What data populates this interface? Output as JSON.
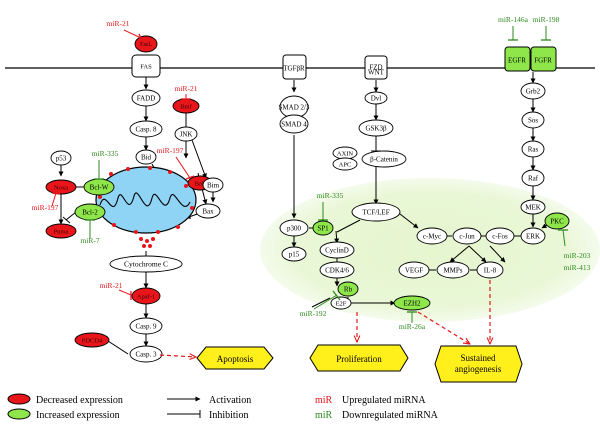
{
  "colors": {
    "decreased": "#e8161b",
    "increased": "#8ee64a",
    "up_mirna": "#e3151a",
    "down_mirna": "#2e8a1f",
    "stroke": "#000000",
    "mito": "#8fd3f5",
    "glow": "#e9f7d4",
    "box": "#ffef1a",
    "dash": "#e8161b"
  },
  "mirnas": {
    "mir21_fas": "miR-21",
    "mir21_bmf": "miR-21",
    "mir197_bak": "miR-197",
    "mir335_bclw": "miR-335",
    "mir197_noxa": "miR-197",
    "mir7": "miR-7",
    "mir21_apaf": "miR-21",
    "mir146a": "miR-146a",
    "mir198": "miR-198",
    "mir335_sp1": "miR-335",
    "mir192": "miR-192",
    "mir26a": "miR-26a",
    "mir203": "miR-203",
    "mir413": "miR-413"
  },
  "nodes": {
    "fasl": "FasL",
    "fas": "FAS",
    "fadd": "FADD",
    "casp8": "Casp. 8",
    "bid": "Bid",
    "bmf": "Bmf",
    "jnk": "JNK",
    "bak": "Bak",
    "bim": "Bim",
    "bax": "Bax",
    "p53": "p53",
    "noxa": "Noxa",
    "bclw": "Bcl-W",
    "bcl2": "Bcl-2",
    "puma": "Puma",
    "cytc": "Cytochrome C",
    "apaf1": "Apaf-1",
    "casp9": "Casp. 9",
    "pdcd4": "PDCD4",
    "casp3": "Casp. 3",
    "tgfbr": "TGFβR",
    "smad23": "SMAD 2/3",
    "smad4": "SMAD 4",
    "p300": "p300",
    "sp1": "SP1",
    "p15": "p15",
    "wnt": "WNT",
    "fzd": "FZD",
    "dvl": "Dvl",
    "gsk3b": "GSK3β",
    "axin": "AXIN",
    "apc": "APC",
    "bcat": "β-Catenin",
    "tcflef": "TCF/LEF",
    "cmyc": "c-Myc",
    "cjun": "c-Jun",
    "cfos": "c-Fos",
    "cycd": "CyclinD",
    "cdk46": "CDK4/6",
    "rb": "Rb",
    "e2f": "E2F",
    "ezh2": "EZH2",
    "vegf": "VEGF",
    "mmps": "MMPs",
    "il8": "IL-8",
    "egfr": "EGFR",
    "fgfr": "FGFR",
    "grb2": "Grb2",
    "sos": "Sos",
    "ras": "Ras",
    "raf": "Raf",
    "mek": "MEK",
    "erk": "ERK",
    "pkc": "PKC"
  },
  "outcomes": {
    "apoptosis": "Apoptosis",
    "proliferation": "Proliferation",
    "angio_1": "Sustained",
    "angio_2": "angiogenesis"
  },
  "legend": {
    "decreased": "Decreased expression",
    "increased": "Increased expression",
    "activation": "Activation",
    "inhibition": "Inhibition",
    "mir_word": "miR",
    "upregulated": "Upregulated miRNA",
    "downregulated": "Downregulated miRNA"
  }
}
